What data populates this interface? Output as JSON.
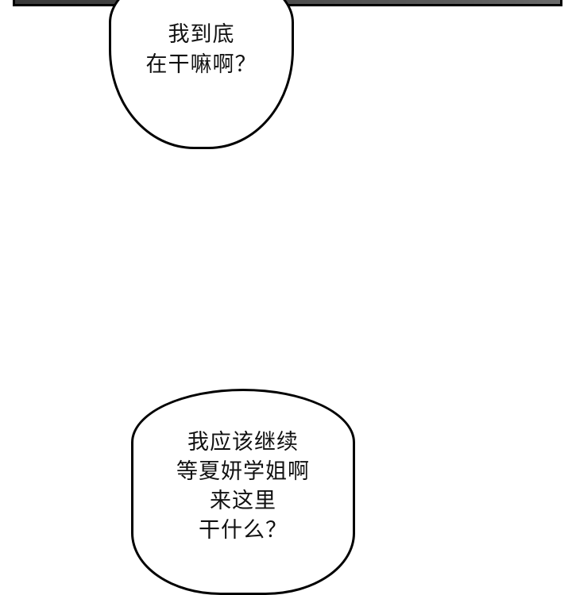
{
  "panel": {
    "top_border_color": "#000000",
    "panel_fill": "#4a4a4a"
  },
  "bubbles": [
    {
      "lines": [
        "我到底",
        "在干嘛啊？"
      ]
    },
    {
      "lines": [
        "我应该继续",
        "等夏妍学姐啊",
        "来这里",
        "干什么？"
      ]
    }
  ]
}
